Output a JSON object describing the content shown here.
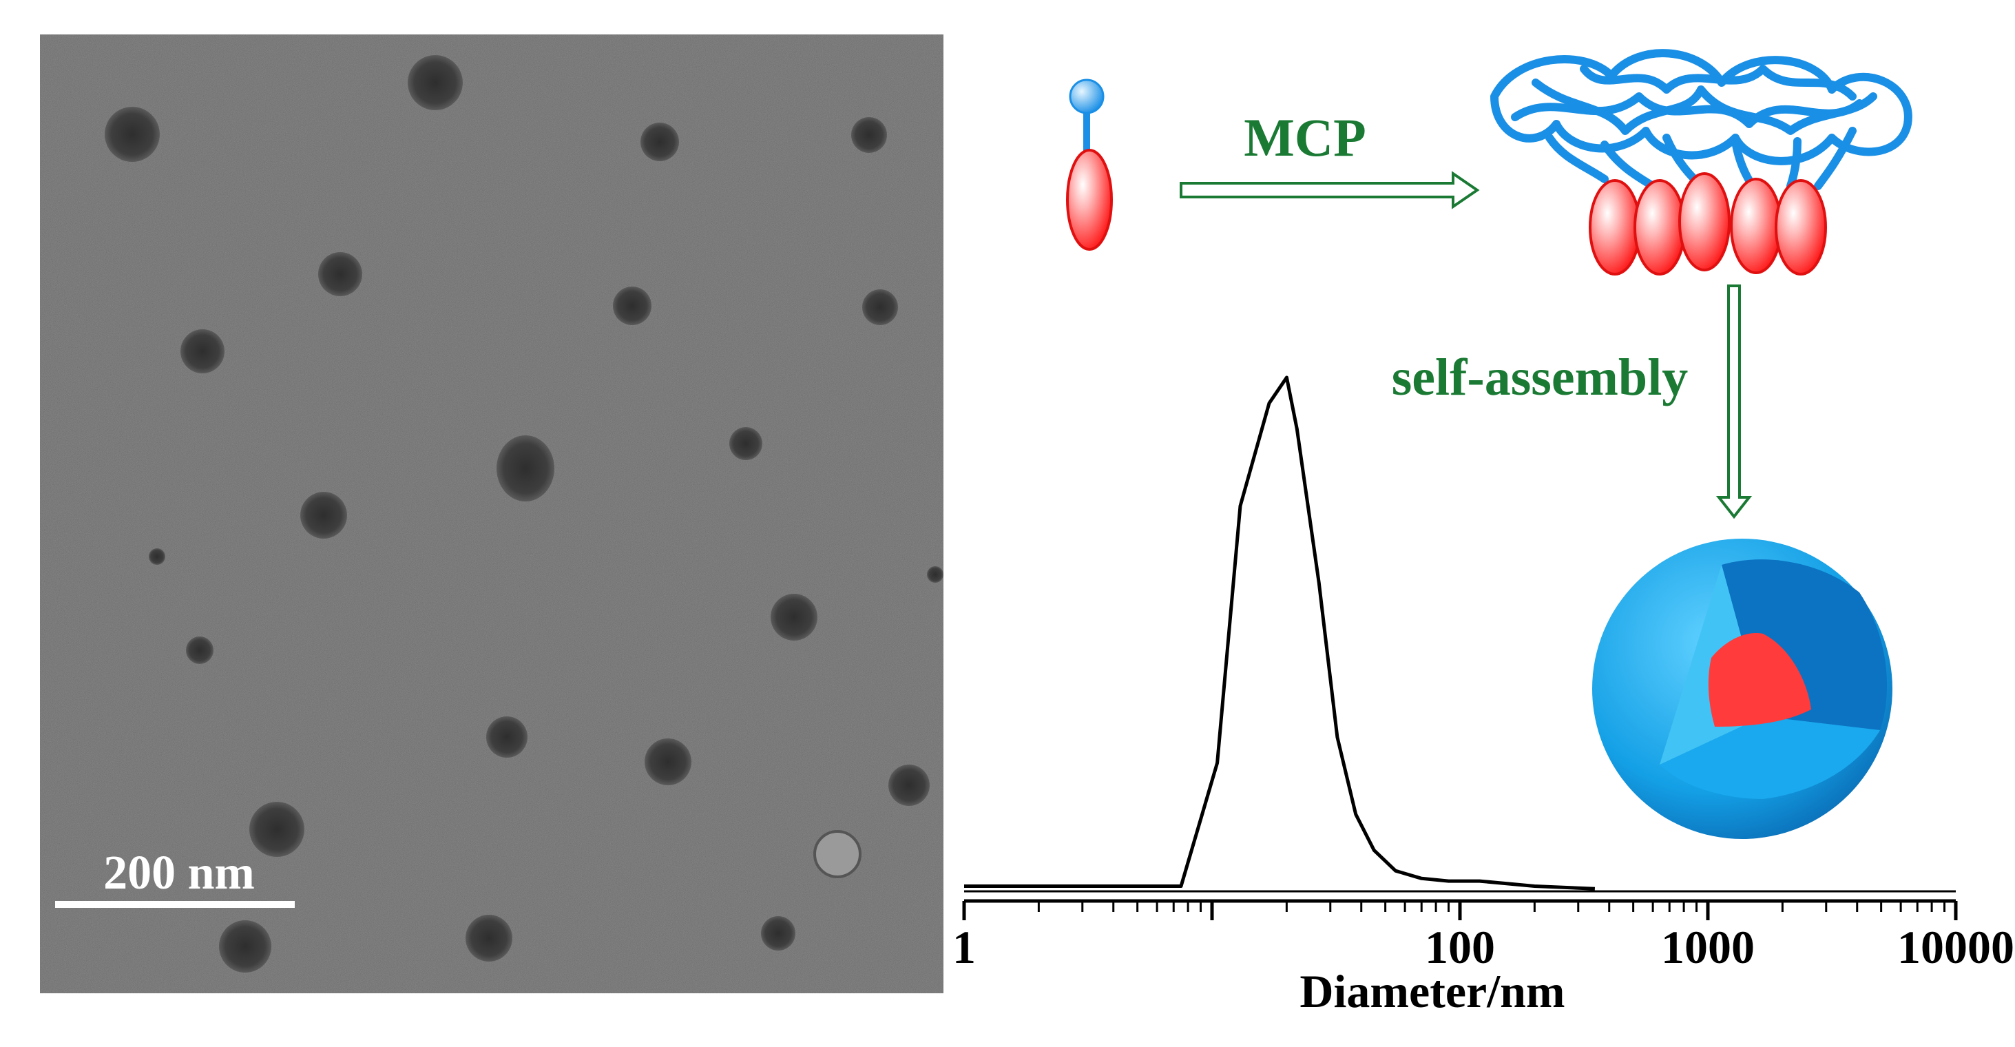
{
  "tem_panel": {
    "scale_bar_label": "200 nm",
    "background_color": "#8e8e8e",
    "particle_color": "#3f3f3f"
  },
  "scheme": {
    "arrow1_label": "MCP",
    "arrow2_label": "self-assembly",
    "arrow_color": "#1a7a34",
    "hydrophilic_color": "#1e90ff",
    "hydrophobic_color": "#ff2a2a",
    "micelle_shell_color": "#1aa3e8",
    "micelle_core_color": "#ff3b3b"
  },
  "chart_data": {
    "type": "line",
    "xlabel": "Diameter/nm",
    "ylabel": "",
    "xscale": "log",
    "xlim": [
      1,
      10000
    ],
    "x_ticks": [
      "1",
      "100",
      "1000",
      "10000"
    ],
    "grid": false,
    "series": [
      {
        "x": [
          1,
          7.5,
          10.5,
          13,
          17,
          20,
          22,
          27,
          32,
          38,
          45,
          55,
          70,
          90,
          120,
          200,
          350
        ],
        "y": [
          0.01,
          0.01,
          0.25,
          0.75,
          0.95,
          1.0,
          0.9,
          0.6,
          0.3,
          0.15,
          0.08,
          0.04,
          0.025,
          0.02,
          0.02,
          0.01,
          0.005
        ]
      }
    ]
  }
}
